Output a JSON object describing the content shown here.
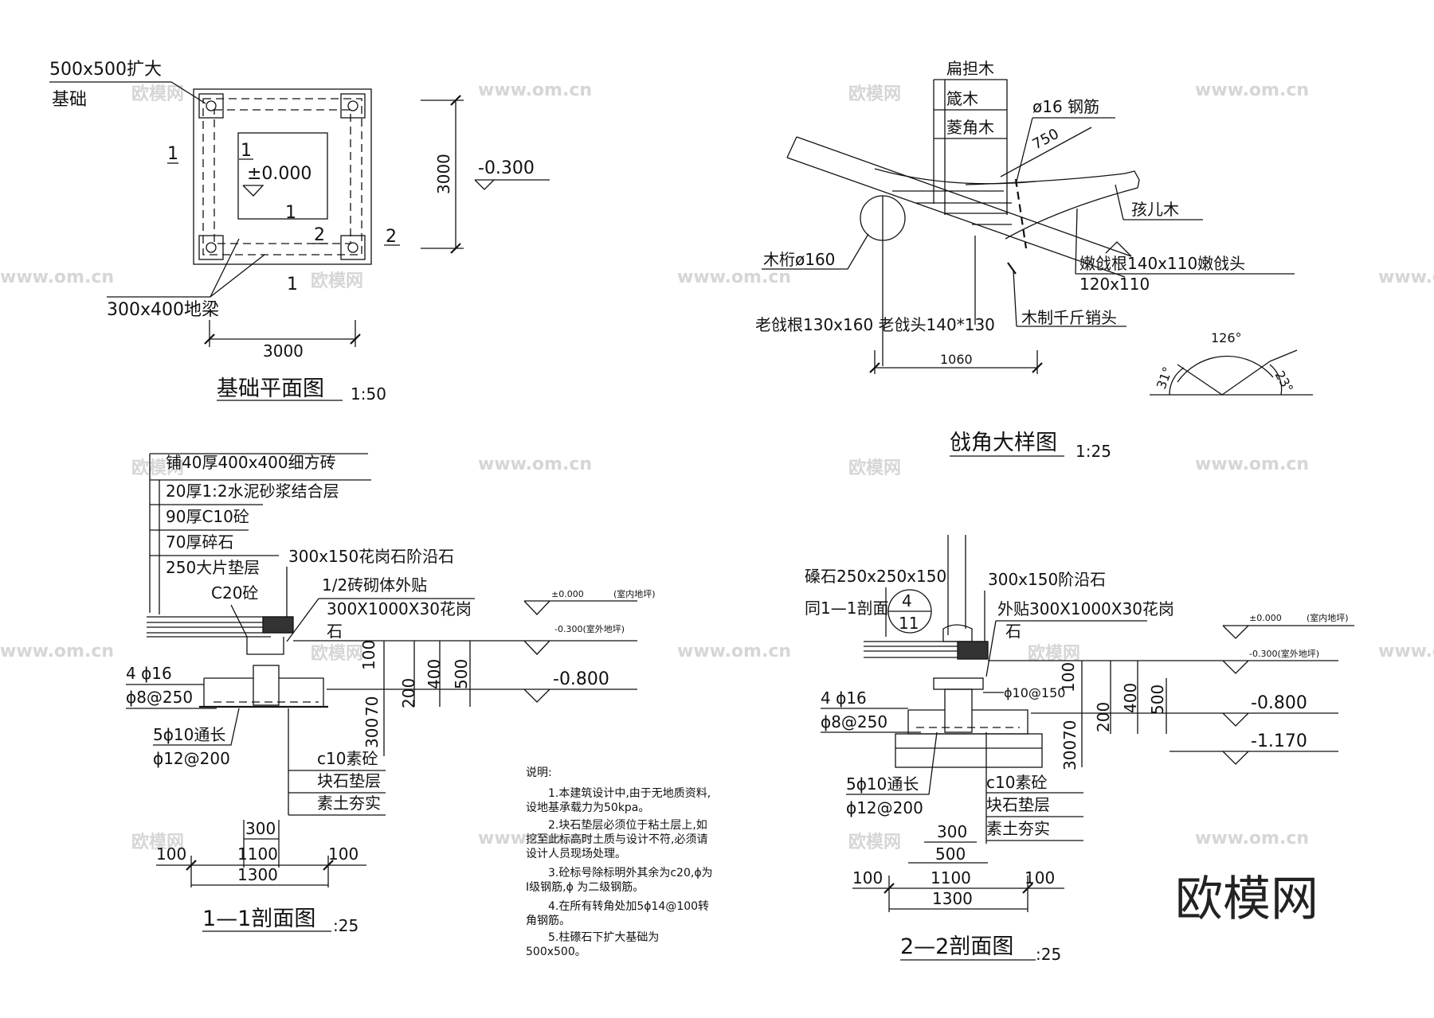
{
  "plan": {
    "title": "基础平面图",
    "scale": "1:50",
    "label_footing": [
      "500x500扩大",
      "基础"
    ],
    "label_beam": "300x400地梁",
    "level_inner": "±0.000",
    "level_outer": "-0.300",
    "dim_width": "3000",
    "dim_height": "3000",
    "sec1_a": "1",
    "sec1_b": "1",
    "sec1_c": "1",
    "sec1_d": "1",
    "sec2_a": "2",
    "sec2_b": "2"
  },
  "eave": {
    "title": "戗角大样图",
    "scale": "1:25",
    "labels": {
      "biandanmu": "扁担木",
      "jianmu": "箴木",
      "lingjiaomu": "菱角木",
      "rebar": "ø16 钢筋",
      "dim750": "750",
      "haiermu": "孩儿木",
      "purlin": "木桁ø160",
      "nenqiang": "嫩戗根140x110嫩戗头",
      "nenqiang2": "120x110",
      "laoqiang": "老戗根130x160 老戗头140*130",
      "pin": "木制千斤销头",
      "dim1060": "1060",
      "angle126": "126°",
      "angle31": "31°",
      "angle23": "23°"
    }
  },
  "sec11": {
    "title": "1—1剖面图",
    "scale": ":25",
    "layers": [
      "铺40厚400x400细方砖",
      "20厚1:2水泥砂浆结合层",
      "90厚C10砼",
      "70厚碎石",
      "250大片垫层",
      "C20砼"
    ],
    "step_stone": "300x150花岗石阶沿石",
    "wall_a": "1/2砖砌体外贴",
    "wall_b": "300X1000X30花岗",
    "wall_c": "石",
    "rebar_main": "4 ϕ16",
    "stirrup": "ϕ8@250",
    "bar_long": "5ϕ10通长",
    "bar_12": "ϕ12@200",
    "base_layers": [
      "c10素砼",
      "块石垫层",
      "素土夯实"
    ],
    "lv1": "±0.000",
    "lv1_note": "(室内地坪)",
    "lv2": "-0.300(室外地坪)",
    "lv3": "-0.800",
    "dims": [
      "100",
      "200",
      "400",
      "500",
      "70",
      "300"
    ],
    "dim300": "300",
    "dim1100": "1100",
    "dim100a": "100",
    "dim100b": "100",
    "dim1300": "1300"
  },
  "sec22": {
    "title": "2—2剖面图",
    "scale": ":25",
    "plinth": "磉石250x250x150",
    "same": "同1—1剖面",
    "step_stone": "300x150阶沿石",
    "wall_b": "外贴300X1000X30花岗",
    "wall_c": "石",
    "detail_num": "4",
    "detail_sheet": "11",
    "rebar_main": "4 ϕ16",
    "stirrup": "ϕ8@250",
    "stirrup2": "ϕ10@150",
    "bar_long": "5ϕ10通长",
    "bar_12": "ϕ12@200",
    "base_layers": [
      "c10素砼",
      "块石垫层",
      "素土夯实"
    ],
    "lv1": "±0.000",
    "lv1_note": "(室内地坪)",
    "lv2": "-0.300(室外地坪)",
    "lv3": "-0.800",
    "lv4": "-1.170",
    "dims": [
      "100",
      "200",
      "400",
      "500",
      "70",
      "300"
    ],
    "dim300": "300",
    "dim500": "500",
    "dim1100": "1100",
    "dim100a": "100",
    "dim100b": "100",
    "dim1300": "1300"
  },
  "notes": {
    "heading": "说明:",
    "lines": [
      "1.本建筑设计中,由于无地质资料,",
      "设地基承载力为50kpa。",
      "2.块石垫层必须位于粘土层上,如",
      "挖至此标高时土质与设计不符,必须请",
      "设计人员现场处理。",
      "3.砼标号除标明外其余为c20,ϕ为",
      "I级钢筋,ϕ 为二级钢筋。",
      "4.在所有转角处加5ϕ14@100转",
      "角钢筋。",
      "5.柱礤石下扩大基础为",
      "500x500。"
    ]
  },
  "watermark": {
    "brand": "欧模网",
    "url": "www.om.cn"
  }
}
